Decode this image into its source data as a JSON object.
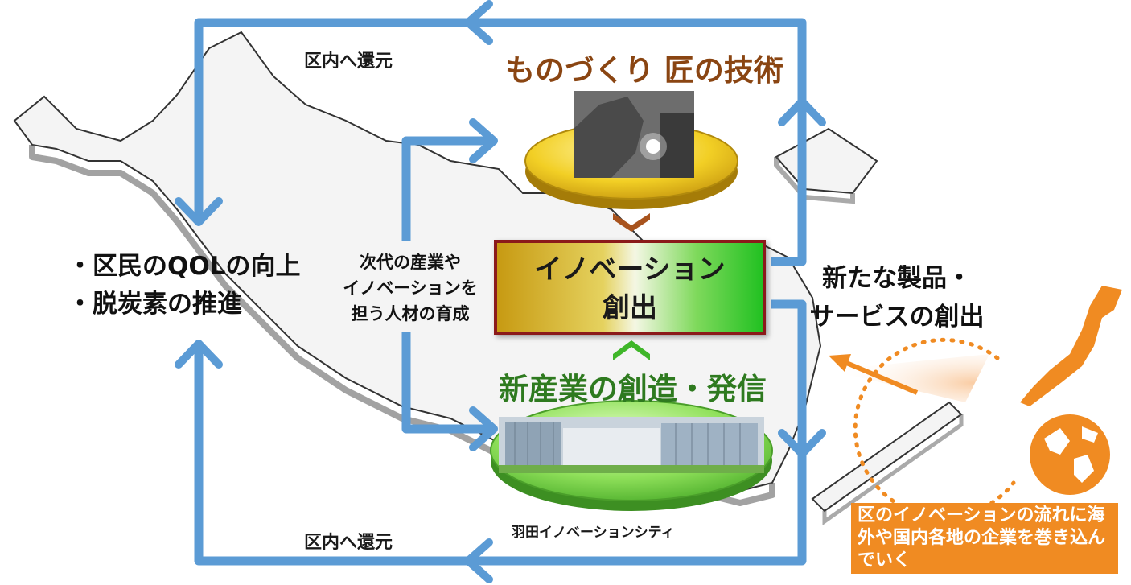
{
  "labels": {
    "return_top": "区内へ還元",
    "return_bottom": "区内へ還元",
    "craft": "ものづくり 匠の技術",
    "new_industry": "新産業の創造・発信",
    "haneda": "羽田イノベーションシティ"
  },
  "innovation": {
    "line1": "イノベーション",
    "line2": "創出"
  },
  "left_goals": [
    "・区民のQOLの向上",
    "・脱炭素の推進"
  ],
  "talent": [
    "次代の産業や",
    "イノベーションを",
    "担う人材の育成"
  ],
  "products": [
    "新たな製品・",
    "サービスの創出"
  ],
  "global_note": "区のイノベーションの流れに海外や国内各地の企業を巻き込んでいく",
  "colors": {
    "arrow": "#5b9bd5",
    "craft": "#8a4512",
    "new_industry": "#2e7a1f",
    "global": "#f08b22"
  }
}
